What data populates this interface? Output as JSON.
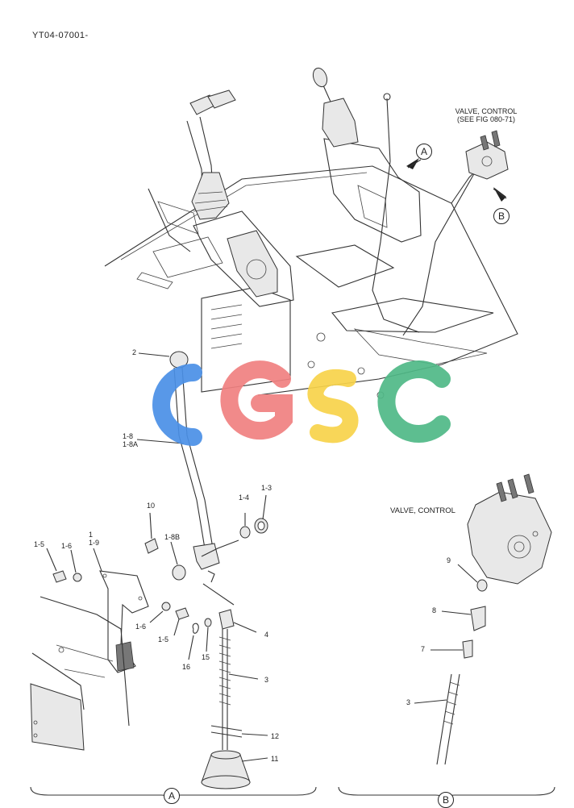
{
  "document": {
    "figure_id": "YT04-07001-"
  },
  "watermark": {
    "text": "CGSC",
    "colors": [
      "#4a8fe6",
      "#f08080",
      "#f7d34a",
      "#4fb887"
    ]
  },
  "notes": {
    "valve_top_line1": "VALVE, CONTROL",
    "valve_top_line2": "(SEE FIG 080-71)",
    "valve_b": "VALVE, CONTROL"
  },
  "callouts": {
    "A_top": "A",
    "B_top": "B",
    "A_bottom": "A",
    "B_bottom": "B"
  },
  "parts": {
    "p2": "2",
    "p1_8": "1-8",
    "p1_8a": "1-8A",
    "p10": "10",
    "p1_4": "1-4",
    "p1_3": "1-3",
    "p1_8b": "1-8B",
    "p1_5a": "1-5",
    "p1_6a": "1-6",
    "p1": "1",
    "p1_9": "1-9",
    "p1_6b": "1-6",
    "p1_5b": "1-5",
    "p4": "4",
    "p16": "16",
    "p15": "15",
    "p3a": "3",
    "p12": "12",
    "p11": "11",
    "p9": "9",
    "p8": "8",
    "p7": "7",
    "p3b": "3"
  }
}
